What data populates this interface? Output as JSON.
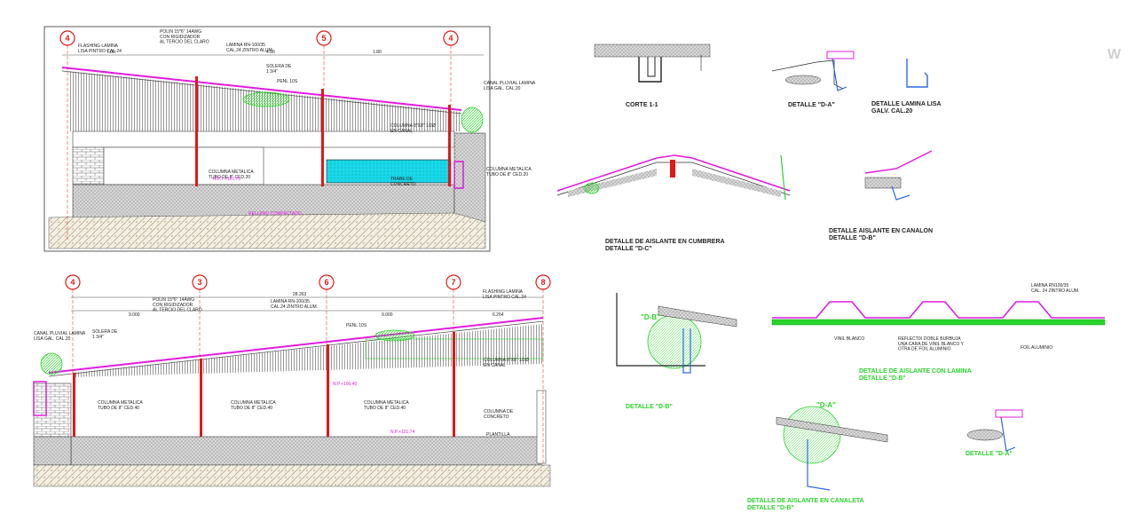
{
  "top_section": {
    "axes": [
      "4",
      "5",
      "4"
    ],
    "dims": [
      "7.00",
      "4.90",
      "1.80"
    ],
    "labels": {
      "flashing": "FLASHING LAMINA\nLISA PINTRO CAL.24",
      "polin": "POLIN 15*6\" 14AWG\nCON RIGIDIZADOR\nAL TERCIO DEL CLARO",
      "lamina": "LAMINA RN-100/35\nCAL.24 ZINTRO ALUM.",
      "solera": "SOLERA DE\n1 3/4\"",
      "penl": "PENL 10S",
      "canal": "CANAL PLUVIAL LAMINA\nLISA GAL. CAL.20",
      "columna_8": "COLUMNA 8\"X8\" 1/2Ø\nEN CANAL",
      "columna_met": "COLUMNA METALICA\nTUBO DE 8\" CED.20",
      "columna_met2": "COLUMNA METALICA\nTUBO DE 8\" CED.20",
      "trabe": "TRABE DE\nCONCRETO",
      "npt": "N.P.T.+101.70",
      "relleno": "RELLENO COMPACTADO"
    }
  },
  "bottom_section": {
    "axes": [
      "4",
      "3",
      "6",
      "7",
      "8"
    ],
    "dims": [
      "9.000",
      "28.263",
      "9.000",
      "6.264"
    ],
    "labels": {
      "polin": "POLIN 15*6\" 14AWG\nCON RIGIDIZADOR\nAL TERCIO DEL CLARO",
      "lamina": "LAMINA RN-100/35\nCAL.24 ZINTRO ALUM.",
      "flashing": "FLASHING LAMINA\nLISA PINTRO CAL.24",
      "canal": "CANAL PLUVIAL LAMINA\nLISA GAL. CAL.20",
      "solera": "SOLERA DE\n1 3/4\"",
      "penl": "PENL 10S",
      "columna_canal": "COLUMNA 8\"X8\" 1/2Ø\nEN CANAL",
      "col1": "COLUMNA METALICA\nTUBO DE 8\" CED.40",
      "col2": "COLUMNA METALICA\nTUBO DE 8\" CED.40",
      "col3": "COLUMNA METALICA\nTUBO DE 8\" CED.40",
      "colcon": "COLUMNA DE\nCONCRETO",
      "np1": "N.P.+106.40",
      "np2": "N.P.+101.74",
      "plantilla": "PLANTILLA"
    }
  },
  "details": {
    "corte": {
      "title": "CORTE 1-1"
    },
    "da": {
      "title": "DETALLE \"D-A\""
    },
    "lamina_lisa": {
      "title": "DETALLE LAMINA LISA\nGALV. CAL.20"
    },
    "cumbrera": {
      "title": "DETALLE DE AISLANTE EN CUMBRERA\nDETALLE \"D-C\""
    },
    "canalon": {
      "title": "DETALLE AISLANTE EN CANALON\nDETALLE \"D-B\""
    },
    "db": {
      "title": "DETALLE \"D-B\"",
      "tag": "\"D-B\""
    },
    "lamina_aislante": {
      "title": "DETALLE DE AISLANTE CON LAMINA\nDETALLE \"D-B\"",
      "lamina": "LAMINA RN100/35\nCAL. 24 ZINTRO ALUM.",
      "vinil": "VINIL BLANCO",
      "reflectix": "REFLECTIX DOBLE BURBUJA\nUNA CARA DE VINIL BLANCO Y\nOTRA DE FOIL ALUMINIO",
      "foil": "FOIL ALUMINIO"
    },
    "canaleta": {
      "title": "DETALLE DE AISLANTE EN CANALETA\nDETALLE \"D-B\"",
      "tag": "\"D-A\""
    },
    "da2": {
      "title": "DETALLE \"D-A\""
    }
  },
  "watermark": "W"
}
